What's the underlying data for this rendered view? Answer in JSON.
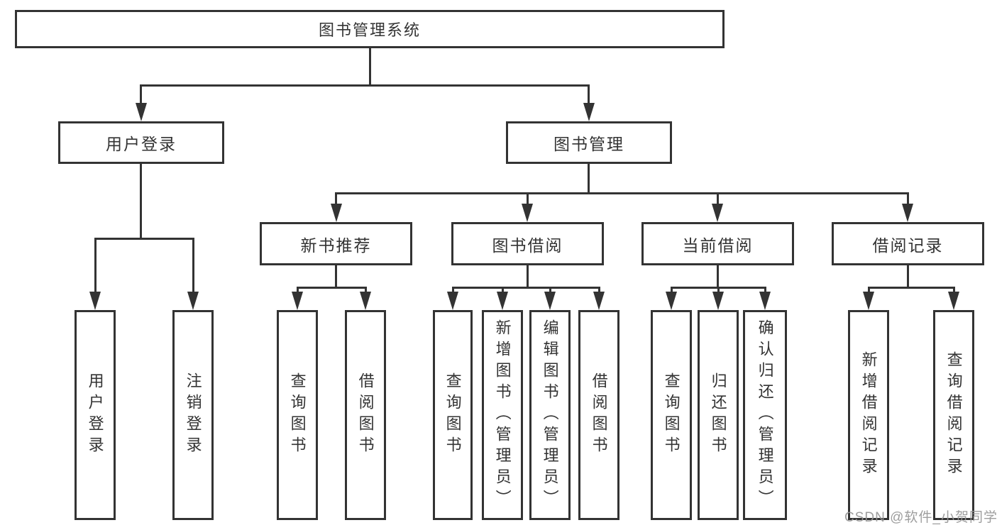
{
  "colors": {
    "line": "#333333",
    "box_fill": "#ffffff",
    "text": "#333333",
    "watermark": "#9e9e9e",
    "background": "#ffffff"
  },
  "watermark": "CSDN @软件_小贺同学",
  "tree": {
    "root": "图书管理系统",
    "branches": [
      {
        "label": "用户登录",
        "leaves": [
          "用户登录",
          "注销登录"
        ]
      },
      {
        "label": "图书管理",
        "groups": [
          {
            "label": "新书推荐",
            "leaves": [
              "查询图书",
              "借阅图书"
            ]
          },
          {
            "label": "图书借阅",
            "leaves": [
              "查询图书",
              "新增图书（管理员）",
              "编辑图书（管理员）",
              "借阅图书"
            ]
          },
          {
            "label": "当前借阅",
            "leaves": [
              "查询图书",
              "归还图书",
              "确认归还（管理员）"
            ]
          },
          {
            "label": "借阅记录",
            "leaves": [
              "新增借阅记录",
              "查询借阅记录"
            ]
          }
        ]
      }
    ]
  }
}
